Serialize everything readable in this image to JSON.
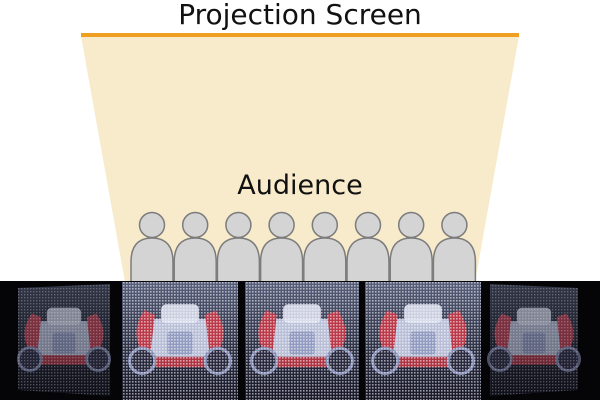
{
  "diagram": {
    "screen_label": "Projection Screen",
    "audience_label": "Audience",
    "audience_count": 8,
    "photo_panel_count": 5,
    "photo_subject": "toy car",
    "colors": {
      "screen_line": "#F0A020",
      "beam": "#F7EBCB",
      "person_fill": "#D4D4D4",
      "person_stroke": "#7C7C7C",
      "photo_background": "#050508"
    }
  }
}
